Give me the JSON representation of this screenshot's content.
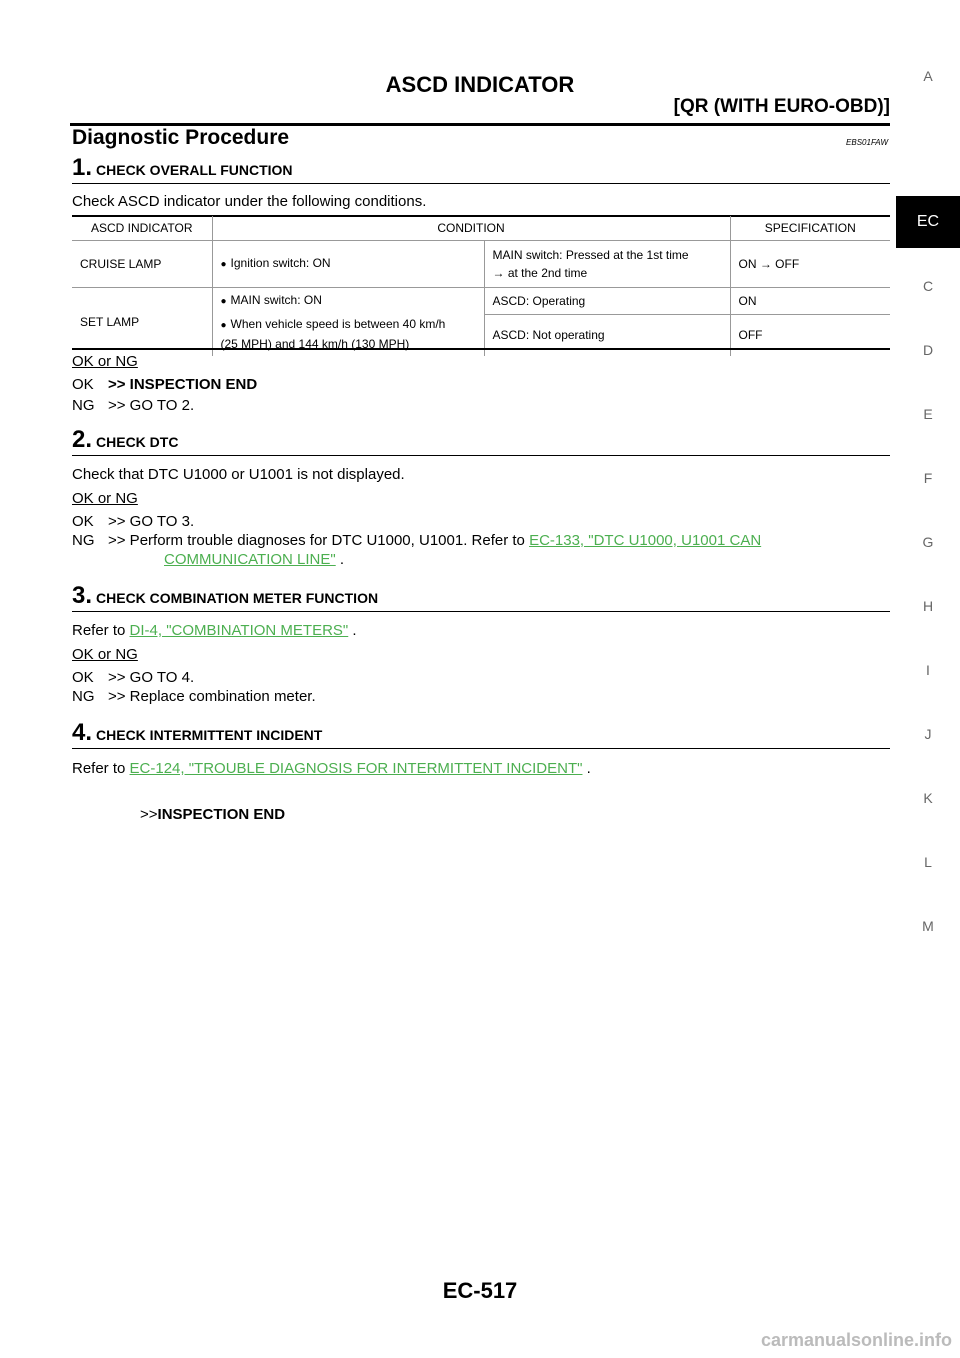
{
  "header": {
    "title": "ASCD INDICATOR",
    "subtitle": "[QR (WITH EURO-OBD)]"
  },
  "side_index": {
    "letters": [
      "A",
      "EC",
      "C",
      "D",
      "E",
      "F",
      "G",
      "H",
      "I",
      "J",
      "K",
      "L",
      "M"
    ],
    "active": "EC"
  },
  "section": {
    "title": "Diagnostic Procedure",
    "code": "EBS01FAW"
  },
  "steps": [
    {
      "num": "1.",
      "title": "CHECK OVERALL FUNCTION",
      "text": "Check ASCD indicator under the following conditions.",
      "okng": "OK or NG",
      "ok_code": "OK",
      "ok_action": ">> INSPECTION END",
      "ng_code": "NG",
      "ng_action": ">> GO TO 2."
    },
    {
      "num": "2.",
      "title": "CHECK DTC",
      "text": "Check that DTC U1000 or U1001 is not displayed.",
      "okng": "OK or NG",
      "ok_code": "OK",
      "ok_action": ">> GO TO 3.",
      "ng_code": "NG",
      "ng_action": ">> Perform trouble diagnoses for DTC U1000, U1001. Refer to",
      "ng_link_line1": "EC-133, \"DTC U1000, U1001 CAN",
      "ng_link_line2": "COMMUNICATION LINE\"",
      "ng_tail": "."
    },
    {
      "num": "3.",
      "title": "CHECK COMBINATION METER FUNCTION",
      "text_prefix": "Refer to",
      "text_link": "DI-4, \"COMBINATION METERS\"",
      "text_suffix": ".",
      "okng": "OK or NG",
      "ok_code": "OK",
      "ok_action": ">> GO TO 4.",
      "ng_code": "NG",
      "ng_action": ">> Replace combination meter."
    },
    {
      "num": "4.",
      "title": "CHECK INTERMITTENT INCIDENT",
      "text_prefix": "Refer to",
      "text_link": "EC-124, \"TROUBLE DIAGNOSIS FOR INTERMITTENT INCIDENT\"",
      "text_suffix": ".",
      "end_prefix": ">>",
      "end_action": "INSPECTION END"
    }
  ],
  "table": {
    "headers": [
      "ASCD INDICATOR",
      "CONDITION",
      "SPECIFICATION"
    ],
    "cruise_lamp": {
      "indicator": "CRUISE LAMP",
      "condition": "Ignition switch: ON",
      "sub_line1": "MAIN switch: Pressed at the 1st time",
      "sub_line2": "→ at the 2nd time",
      "spec": "ON → OFF"
    },
    "set_lamp": {
      "indicator": "SET LAMP",
      "condition1": "MAIN switch: ON",
      "condition2_line1": "When vehicle speed is between 40 km/h",
      "condition2_line2": "(25 MPH) and 144 km/h (130 MPH)",
      "sub1": "ASCD: Operating",
      "spec1": "ON",
      "sub2": "ASCD: Not operating",
      "spec2": "OFF"
    }
  },
  "footer": {
    "page_code": "EC-517",
    "watermark": "carmanualsonline.info"
  }
}
